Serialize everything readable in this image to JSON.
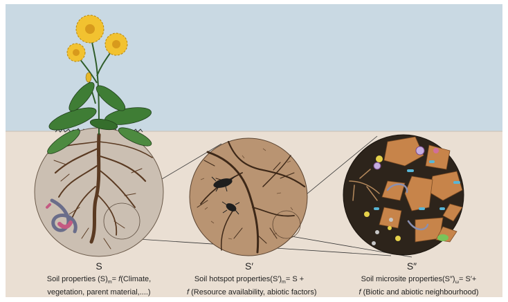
{
  "colors": {
    "sky": "#c9d9e3",
    "soil": "#eadfd3",
    "circle1": "#cbbfb2",
    "circle2": "#b99472",
    "circle3_bg": "#2d241b",
    "aggregate": "#c7844a",
    "root": "#5a3a22",
    "petal": "#f2c230",
    "leaf": "#3f7d35"
  },
  "panels": [
    {
      "symbol": "S",
      "caption_line1": "Soil properties (S)",
      "caption_sub1": "m",
      "caption_eq1": "= ",
      "caption_func1": "f",
      "caption_tail1": "(Climate,",
      "caption_line2": "vegetation, parent material,....)"
    },
    {
      "symbol": "S′",
      "caption_line1": "Soil hotspot properties(S′)",
      "caption_sub1": "m",
      "caption_eq1": "= S +",
      "caption_func2": "f",
      "caption_line2": "(Resource availability, abiotic factors)"
    },
    {
      "symbol": "S″",
      "caption_line1": "Soil microsite properties(S″)",
      "caption_sub1": "ω",
      "caption_eq1": "= S′+",
      "caption_func2": "f",
      "caption_line2": "(Biotic and abiotic neighbourhood)"
    }
  ]
}
